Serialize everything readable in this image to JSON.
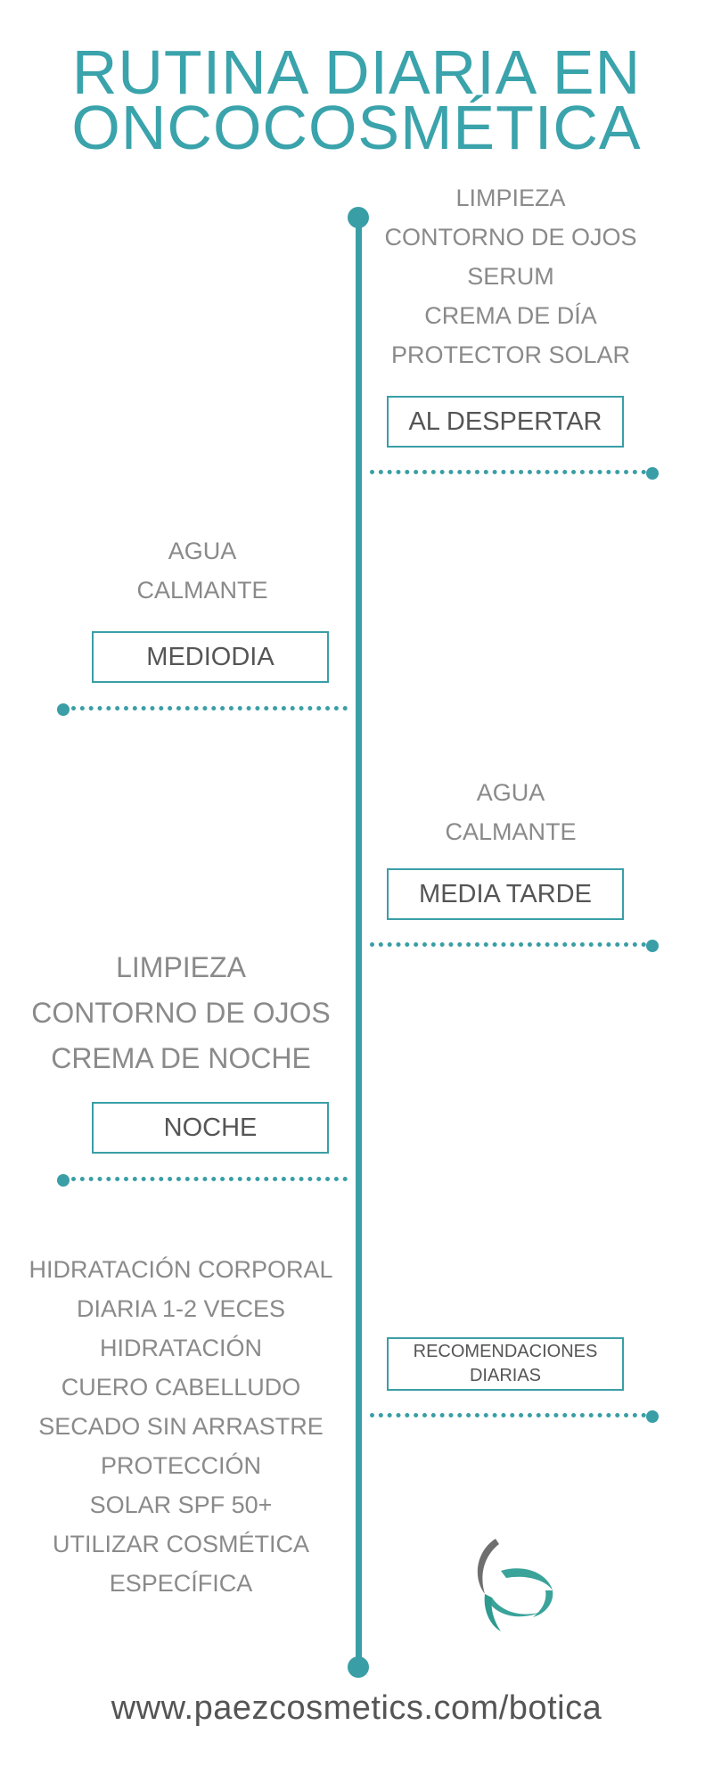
{
  "title": {
    "line1": "RUTINA DIARIA EN",
    "line2": "ONCOCOSMÉTICA"
  },
  "sections": [
    {
      "label": "AL DESPERTAR",
      "items": [
        "LIMPIEZA",
        "CONTORNO DE OJOS",
        "SERUM",
        "CREMA DE DÍA",
        "PROTECTOR SOLAR"
      ]
    },
    {
      "label": "MEDIODIA",
      "items": [
        "AGUA",
        "CALMANTE"
      ]
    },
    {
      "label": "MEDIA TARDE",
      "items": [
        "AGUA",
        "CALMANTE"
      ]
    },
    {
      "label": "NOCHE",
      "items": [
        "LIMPIEZA",
        "CONTORNO DE OJOS",
        "CREMA DE NOCHE"
      ]
    },
    {
      "label_line1": "RECOMENDACIONES",
      "label_line2": "DIARIAS",
      "items": [
        "HIDRATACIÓN CORPORAL",
        "DIARIA 1-2 VECES",
        "HIDRATACIÓN",
        "CUERO CABELLUDO",
        "SECADO SIN ARRASTRE",
        "PROTECCIÓN",
        "SOLAR SPF 50+",
        "UTILIZAR COSMÉTICA",
        "ESPECÍFICA"
      ]
    }
  ],
  "footer": {
    "url": "www.paezcosmetics.com/botica"
  },
  "colors": {
    "accent": "#3a9ea6",
    "title": "#3aa3ab",
    "text": "#8a8a8a",
    "label": "#555555"
  },
  "logo": {
    "icon": "paez-cosmetics-logo-icon"
  }
}
